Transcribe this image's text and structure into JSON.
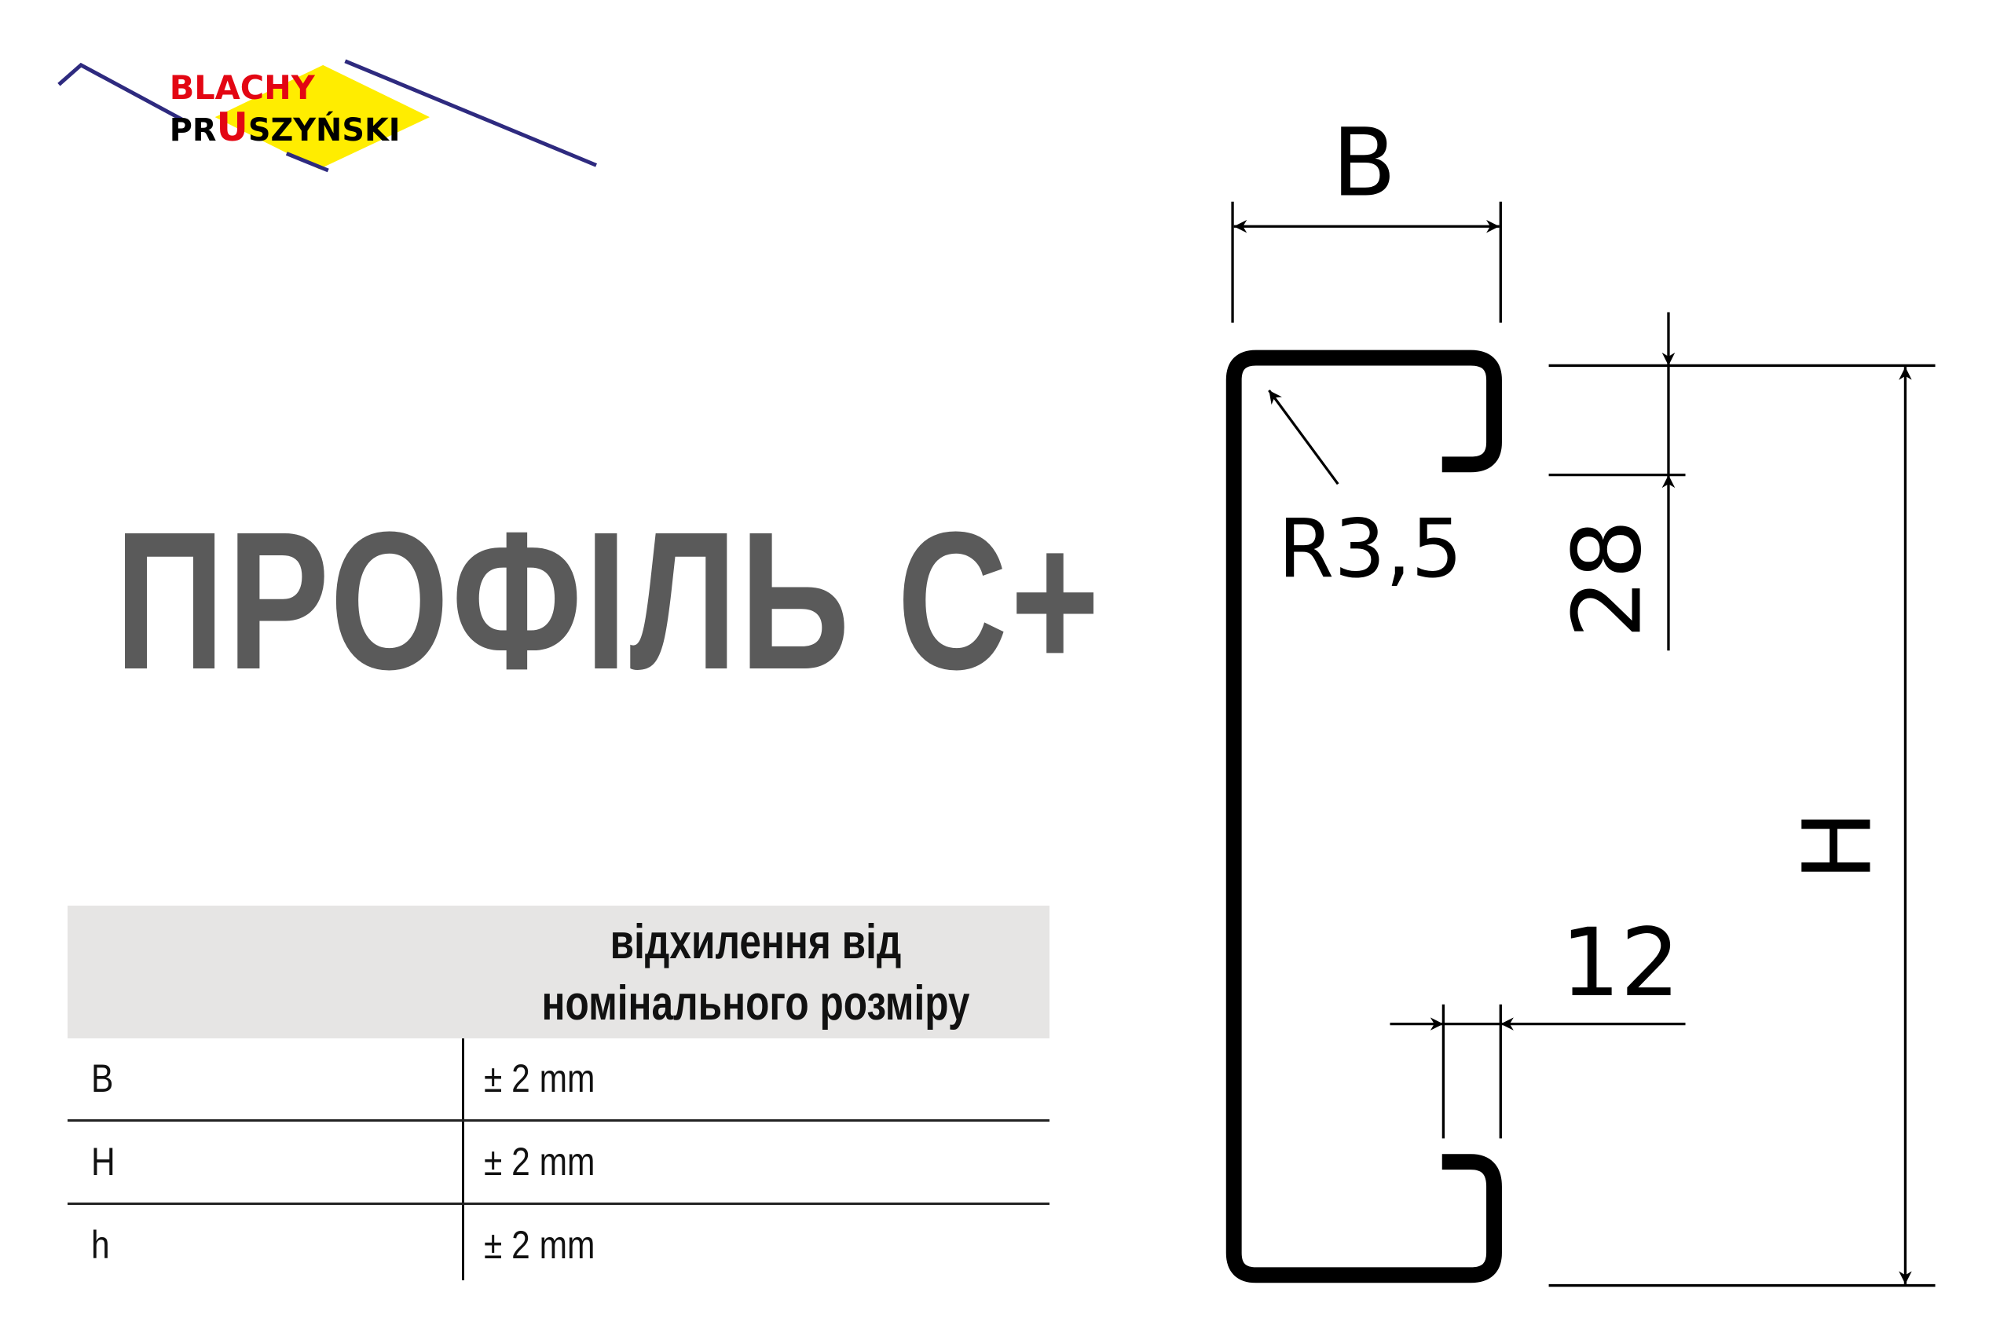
{
  "logo": {
    "line1": "BLACHY",
    "line2_a": "PR",
    "line2_u": "U",
    "line2_b": "SZYŃSKI",
    "colors": {
      "red": "#e30613",
      "yellow": "#ffed00",
      "blue": "#2e2a7f"
    }
  },
  "title": "ПРОФІЛЬ С+",
  "table": {
    "header": "відхилення від номінального розміру",
    "rows": [
      {
        "param": "B",
        "tolerance": "± 2 mm"
      },
      {
        "param": "H",
        "tolerance": "± 2 mm"
      },
      {
        "param": "h",
        "tolerance": "± 2 mm"
      }
    ]
  },
  "drawing": {
    "dim_b": "B",
    "dim_h": "H",
    "radius": "R3,5",
    "dim_28": "28",
    "dim_12": "12"
  }
}
